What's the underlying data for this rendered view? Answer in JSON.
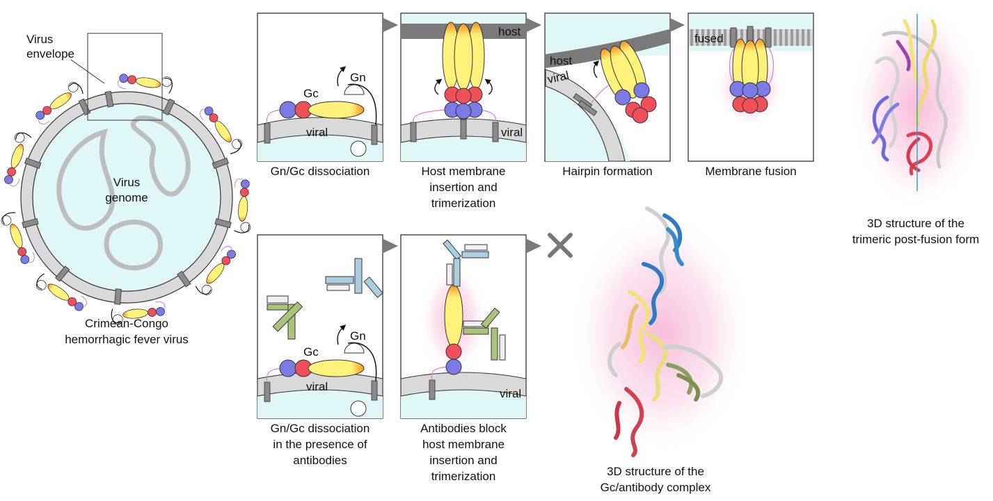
{
  "virus": {
    "envelope_label": [
      "Virus",
      "envelope"
    ],
    "genome_label": [
      "Virus",
      "genome"
    ],
    "caption": [
      "Crimean-Congo",
      "hemorrhagic fever virus"
    ]
  },
  "labels": {
    "gn": "Gn",
    "gc": "Gc",
    "viral": "viral",
    "host": "host",
    "fused": "fused"
  },
  "top_row": {
    "captions": [
      [
        "Gn/Gc dissociation"
      ],
      [
        "Host membrane",
        "insertion and",
        "trimerization"
      ],
      [
        "Hairpin formation"
      ],
      [
        "Membrane fusion"
      ]
    ]
  },
  "bottom_row": {
    "captions": [
      [
        "Gn/Gc dissociation",
        "in the presence of",
        "antibodies"
      ],
      [
        "Antibodies block",
        "host membrane",
        "insertion and",
        "trimerization"
      ]
    ]
  },
  "structures": {
    "postfusion_caption": [
      "3D structure of the",
      "trimeric post-fusion form"
    ],
    "complex_caption": [
      "3D structure of the",
      "Gc/antibody complex"
    ]
  },
  "colors": {
    "domain_blue": "#7b7be8",
    "domain_red": "#f0505a",
    "domain_yellow": "#fff27a",
    "domain_orange": "#f5921e",
    "membrane_gray": "#d9d9d9",
    "anchor_gray": "#8a8a8a",
    "pale_cyan": "#dff7f7",
    "glow_pink": "#f7b8d6",
    "antibody_blue": "#a9cfe0",
    "antibody_green": "#a9c47a",
    "linker_magenta": "#d27fd0"
  }
}
